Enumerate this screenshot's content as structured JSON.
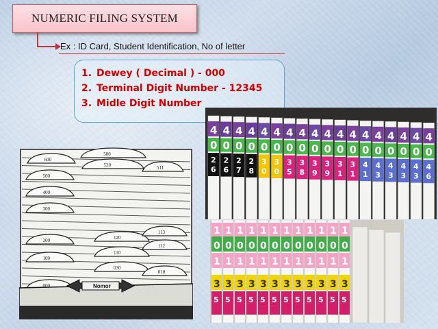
{
  "slide": {
    "title": "NUMERIC FILING SYSTEM",
    "example": "Ex : ID Card, Student Identification, No of letter",
    "list": [
      {
        "number": "1.",
        "text": "Dewey ( Decimal ) - 000"
      },
      {
        "number": "2.",
        "text": "Terminal Digit Number - 12345"
      },
      {
        "number": "3.",
        "text": "Midle Digit Number"
      }
    ]
  },
  "drawer": {
    "guide_labels": [
      "600",
      "500",
      "520",
      "511",
      "500",
      "400",
      "300",
      "200",
      "120",
      "113",
      "112",
      "110",
      "100",
      "030",
      "010",
      "000"
    ],
    "handle_label": "Nomor"
  },
  "photo1": {
    "digit_rows": [
      [
        "4",
        "4",
        "4",
        "4",
        "4",
        "4",
        "4",
        "4",
        "4",
        "4",
        "4",
        "4",
        "4",
        "4",
        "4",
        "4",
        "4",
        "4"
      ],
      [
        "0",
        "0",
        "0",
        "0",
        "0",
        "0",
        "0",
        "0",
        "0",
        "0",
        "0",
        "0",
        "0",
        "0",
        "0",
        "0",
        "0",
        "0"
      ],
      [
        "2",
        "2",
        "2",
        "2",
        "3",
        "3",
        "3",
        "3",
        "3",
        "3",
        "3",
        "3",
        "4",
        "4",
        "4",
        "4",
        "4",
        "4"
      ],
      [
        "6",
        "6",
        "7",
        "8",
        "0",
        "0",
        "5",
        "8",
        "9",
        "9",
        "1",
        "1",
        "1",
        "3",
        "3",
        "3",
        "3",
        "6"
      ]
    ]
  },
  "photo2": {
    "digit_rows": [
      [
        "1",
        "1",
        "1",
        "1",
        "1",
        "1",
        "1",
        "1",
        "1",
        "1",
        "1",
        "1"
      ],
      [
        "0",
        "0",
        "0",
        "0",
        "0",
        "0",
        "0",
        "0",
        "0",
        "0",
        "0",
        "0"
      ],
      [
        "1",
        "1",
        "1",
        "1",
        "1",
        "1",
        "1",
        "1",
        "1",
        "1",
        "1",
        "1"
      ],
      [
        "3",
        "3",
        "3",
        "3",
        "3",
        "3",
        "3",
        "3",
        "3",
        "3",
        "3",
        "3"
      ],
      [
        "5",
        "5",
        "5",
        "5",
        "5",
        "5",
        "5",
        "5",
        "5",
        "5",
        "5",
        "5"
      ]
    ]
  },
  "colors": {
    "title_fill": "#f7c3ca",
    "list_text": "#d40000",
    "connector": "#b9373f",
    "list_border": "#5aa9c6"
  }
}
